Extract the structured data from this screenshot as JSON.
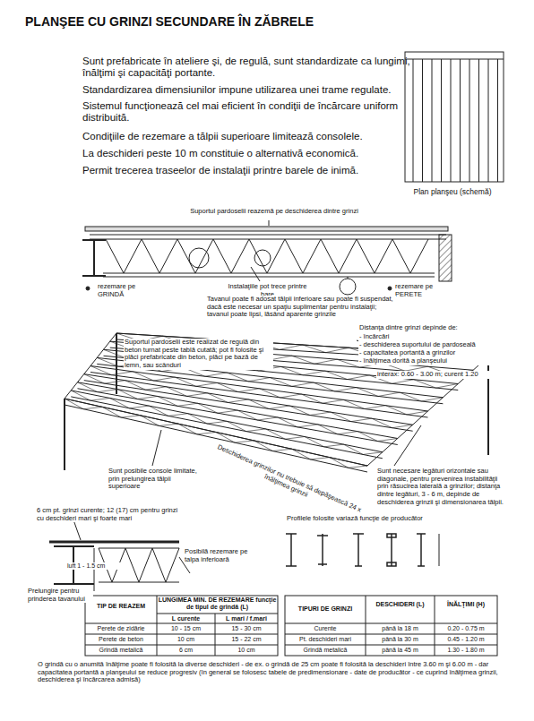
{
  "diagram": {
    "title": "PLANŞEE CU GRINZI SECUNDARE ÎN ZĂBRELE",
    "caption": "O grindă cu o anumită înălţime poate fi folosită la diverse deschideri - de ex. o grindă de 25 cm poate fi folosită la deschideri între 3.60 m şi 6.00 m - dar capacitatea portantă a planşeului se reduce progresiv (în general se folosesc tabele de predimensionare - date de producător - ce cuprind înălţimea grinzii, deschiderea şi încărcarea admisă)",
    "labels": [
      "Sunt prefabricate în ateliere şi, de regulă, sunt standardizate ca lungimi, înălţimi şi capacităţi portante.",
      "Standardizarea dimensiunilor impune utilizarea unei trame regulate.",
      "Sistemul funcţionează cel mai eficient în condiţii de încărcare uniform distribuită.",
      "Condiţiile de rezemare a tălpii superioare limitează consolele.",
      "La deschideri peste 10 m constituie o alternativă economică.",
      "Permit trecerea traseelor de instalaţii printre barele de inimă.",
      "Plan planşeu (schemă)",
      "Suportul pardoselii reazemă pe deschiderea dintre grinzi",
      "rezemare pe GRINDĂ",
      "Instalaţiile pot trece printre bare",
      "rezemare pe PERETE",
      "Tavanul poate fi adosat tălpii inferioare sau poate fi suspendat, dacă este necesar un spaţiu suplimentar pentru instalaţii; tavanul poate lipsi, lăsând aparente grinzile",
      "Suportul pardoselii este realizat de regulă din beton turnat peste tablă cutată; pot fi folosite şi plăci prefabricate din beton, plăci pe bază de lemn, sau scânduri",
      "Distanţa dintre grinzi depinde de:",
      "- încărcări",
      "- deschiderea suportului de pardoseală",
      "- capacitatea portantă a grinzilor",
      "- înălţimea dorită a planşeului",
      "interax: 0.60 - 3.00 m; curent 1.20",
      "Sunt posibile console limitate, prin prelungirea tălpii superioare",
      "Deschiderea grinzilor nu trebuie să depăşească 24 x înălţimea grinzii",
      "Sunt necesare legături orizontale sau diagonale, pentru prevenirea instabilităţii prin răsucirea laterală a grinzilor; distanţa dintre legături, 3 - 6 m, depinde de deschiderea grinzii şi dimensionarea tălpii.",
      "6 cm pt. grinzi curente; 12 (17) cm pentru grinzi cu deschideri mari şi foarte mari",
      "luft 1 - 1.5 cm",
      "Posibilă rezemare pe talpa inferioară",
      "Prelungire pentru prinderea tavanului",
      "Profilele folosite variază funcţie de producător",
      "TIP DE REAZEM",
      "LUNGIMEA MIN. DE REZEMARE funcţie de tipul de grindă (L)",
      "L curente",
      "L mari / f.mari",
      "Perete de zidărie",
      "10 - 15 cm",
      "15 - 30 cm",
      "Perete de beton",
      "10 cm",
      "15 - 22 cm",
      "Grindă metalică",
      "6 cm",
      "10 cm",
      "TIPURI DE GRINZI",
      "DESCHIDERI (L)",
      "ÎNĂLŢIMI (H)",
      "Curente",
      "până la 18 m",
      "0.20 - 0.75 m",
      "Pt. deschideri mari",
      "până la 30 m",
      "0.45 - 1.20 m",
      "Grindă metalică",
      "până la 45 m",
      "1.30 - 1.80 m"
    ]
  }
}
